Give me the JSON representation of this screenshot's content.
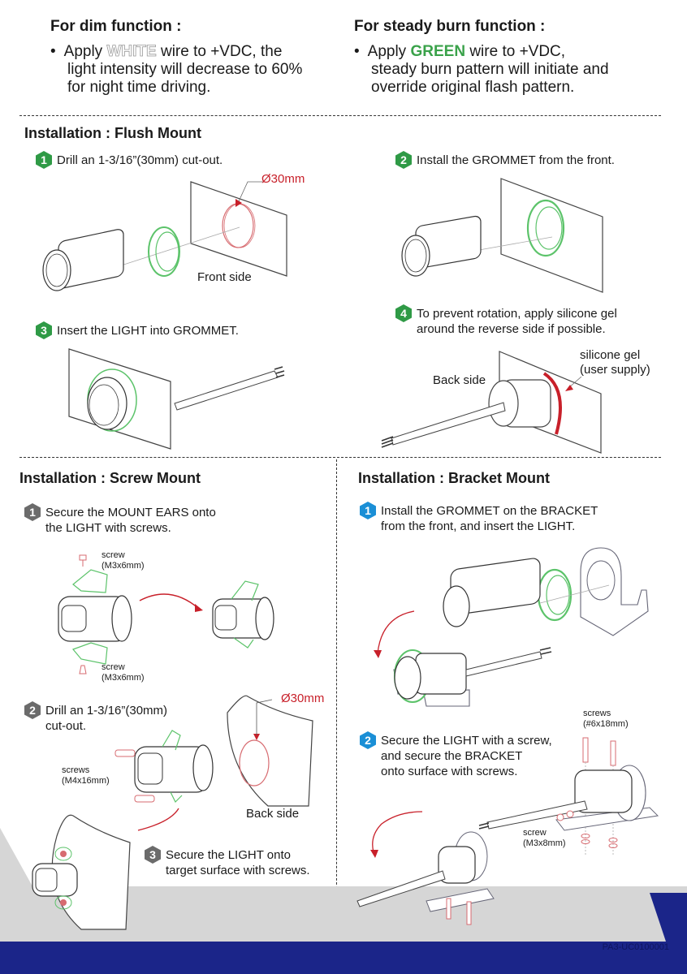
{
  "dim_function": {
    "title": "For dim function :",
    "text_pre": "Apply ",
    "highlight": "WHITE",
    "text_post": " wire to +VDC, the",
    "line2": "light intensity will decrease to 60%",
    "line3": "for night time driving."
  },
  "steady_function": {
    "title": "For steady burn function :",
    "text_pre": "Apply ",
    "highlight": "GREEN",
    "text_post": " wire to +VDC,",
    "line2": "steady burn pattern will initiate and",
    "line3": "override original flash pattern."
  },
  "flush_mount": {
    "title": "Installation : Flush Mount",
    "steps": [
      {
        "num": "1",
        "text": "Drill an 1-3/16”(30mm) cut-out."
      },
      {
        "num": "2",
        "text": "Install the GROMMET from the front."
      },
      {
        "num": "3",
        "text": "Insert the LIGHT into GROMMET."
      },
      {
        "num": "4",
        "line1": "To prevent rotation, apply silicone gel",
        "line2": "around the reverse side if possible."
      }
    ],
    "diameter_label": "Ø30mm",
    "front_side_label": "Front side",
    "back_side_label": "Back side",
    "silicone_label_1": "silicone gel",
    "silicone_label_2": "(user supply)"
  },
  "screw_mount": {
    "title": "Installation : Screw Mount",
    "steps": [
      {
        "num": "1",
        "line1": "Secure the MOUNT EARS onto",
        "line2": "the LIGHT with screws."
      },
      {
        "num": "2",
        "line1": "Drill an 1-3/16”(30mm)",
        "line2": "cut-out."
      },
      {
        "num": "3",
        "line1": "Secure the LIGHT onto",
        "line2": "target surface  with screws."
      }
    ],
    "screw_top_1": "screw",
    "screw_top_2": "(M3x6mm)",
    "screw_bottom_1": "screw",
    "screw_bottom_2": "(M3x6mm)",
    "screws_1": "screws",
    "screws_2": "(M4x16mm)",
    "diameter_label": "Ø30mm",
    "back_side_label": "Back side"
  },
  "bracket_mount": {
    "title": "Installation : Bracket Mount",
    "steps": [
      {
        "num": "1",
        "line1": "Install the GROMMET on the BRACKET",
        "line2": "from the front, and insert the LIGHT."
      },
      {
        "num": "2",
        "line1": "Secure the LIGHT with a screw,",
        "line2": "and secure the BRACKET",
        "line3": "onto surface with screws."
      }
    ],
    "screws_1": "screws",
    "screws_2": "(#6x18mm)",
    "screw_1": "screw",
    "screw_2": "(M3x8mm)"
  },
  "footer": {
    "code": "PA3-UC0100001"
  },
  "colors": {
    "flush_badge": "#2f9a46",
    "screw_badge": "#6b6b6b",
    "bracket_badge": "#1a8fd6",
    "accent_red": "#c8202a",
    "grommet_green": "#5cc36a",
    "footer_navy": "#1b2589",
    "band_gray": "#d6d6d6"
  }
}
